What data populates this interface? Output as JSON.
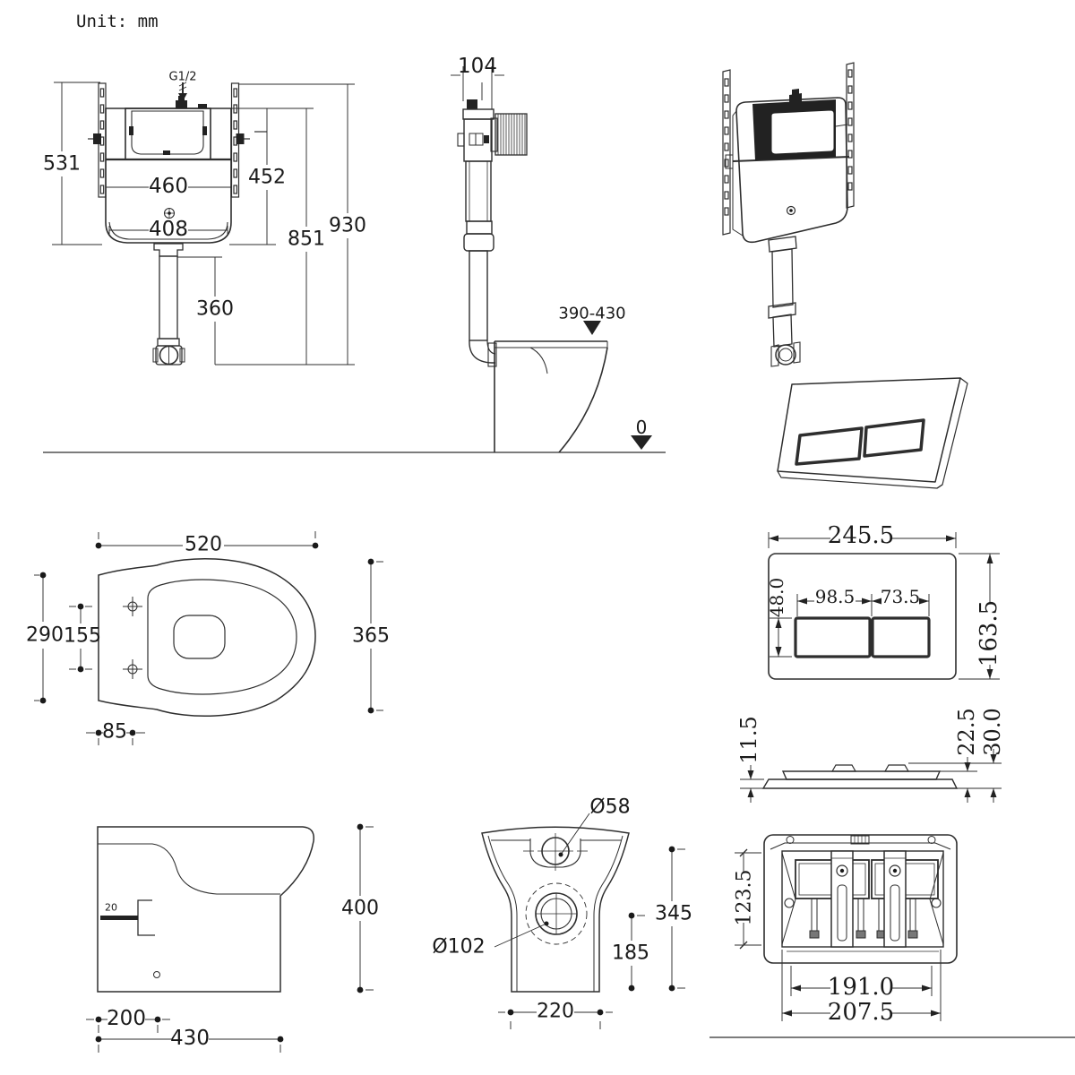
{
  "unit_label": "Unit: mm",
  "views": {
    "cistern_front": {
      "dims": {
        "rail_height": "531",
        "inlet_thread": "G1/2",
        "width_top": "460",
        "width_base": "408",
        "tank_height": "452",
        "height_851": "851",
        "height_total": "930",
        "flush_pipe": "360"
      }
    },
    "cistern_side": {
      "dims": {
        "depth": "104",
        "rim_height_range": "390-430",
        "floor_level": "0"
      }
    },
    "seat_top": {
      "dims": {
        "length": "520",
        "width_left": "290",
        "hinge_spacing": "155",
        "width_max": "365",
        "hinge_offset": "85"
      }
    },
    "plate_front": {
      "dims": {
        "width": "245.5",
        "height": "163.5",
        "button_height": "48.0",
        "button_left_width": "98.5",
        "button_right_width": "73.5"
      }
    },
    "plate_side": {
      "dims": {
        "base_thickness": "11.5",
        "mid_thickness": "22.5",
        "total_thickness": "30.0"
      }
    },
    "pan_side": {
      "dims": {
        "height": "400",
        "outlet_setout": "200",
        "depth": "430",
        "note": "20"
      }
    },
    "pan_back": {
      "dims": {
        "inlet_diameter": "Ø58",
        "outlet_diameter": "Ø102",
        "inlet_height": "345",
        "outlet_height": "185",
        "width": "220"
      }
    },
    "plate_back": {
      "dims": {
        "frame_height": "123.5",
        "fixing_centres": "191.0",
        "frame_width": "207.5"
      }
    }
  }
}
